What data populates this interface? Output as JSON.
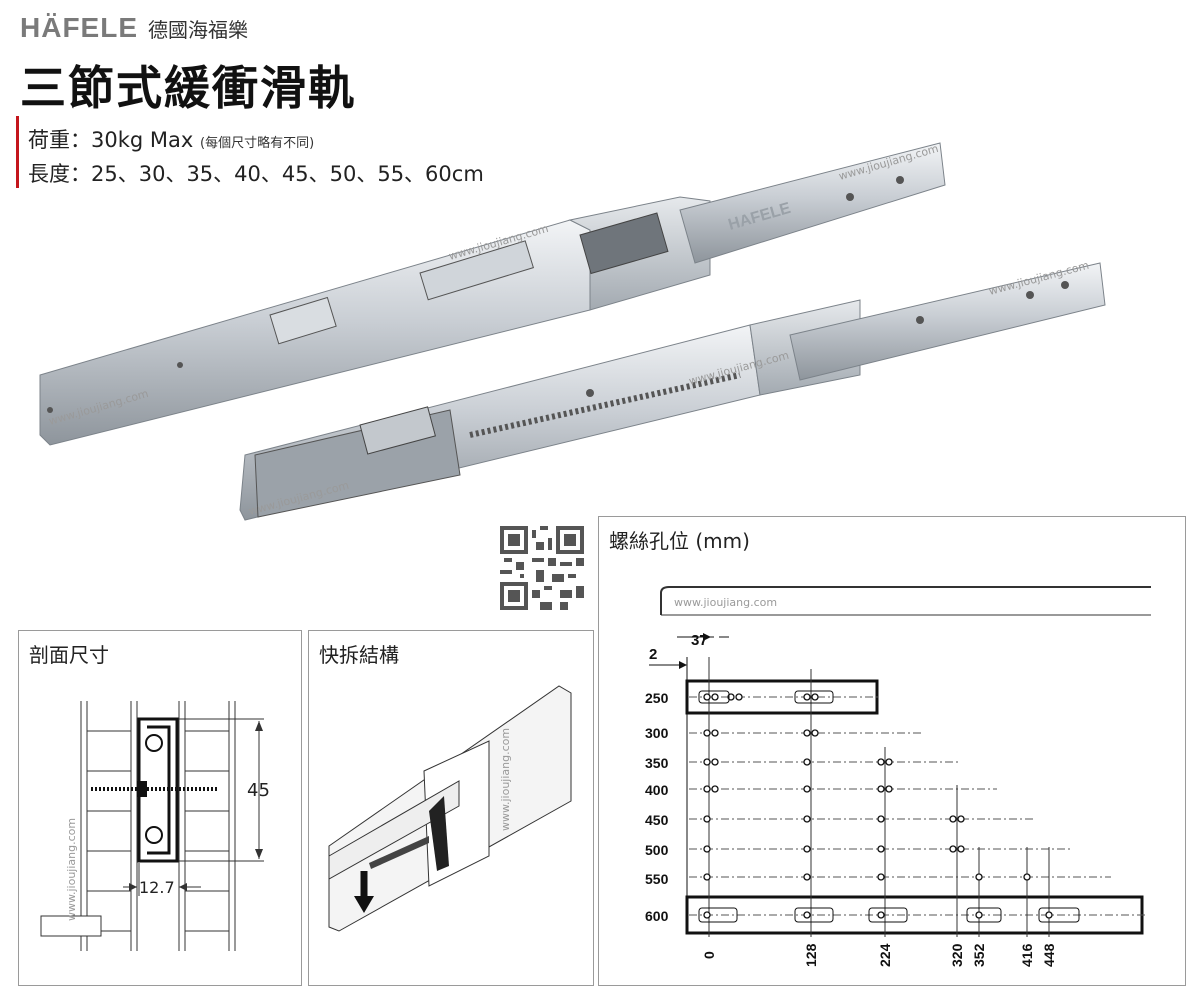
{
  "header": {
    "brand_logo": "HÄFELE",
    "brand_subtitle": "德國海福樂",
    "product_title": "三節式緩衝滑軌",
    "load_line": "荷重：30kg Max",
    "load_note": "(每個尺寸略有不同)",
    "length_line": "長度：25、30、35、40、45、50、55、60cm"
  },
  "watermark": "www.jioujiang.com",
  "product_image": {
    "embossed_text": "HAFELE",
    "qr_code": "qr-code"
  },
  "section_panel": {
    "title": "剖面尺寸",
    "height_dim": "45",
    "width_dim": "12.7"
  },
  "quick_release_panel": {
    "title": "快拆結構"
  },
  "screw_hole_panel": {
    "title": "螺絲孔位 (mm)",
    "offset_label": "37",
    "edge_label": "2",
    "rail_lengths": [
      "250",
      "300",
      "350",
      "400",
      "450",
      "500",
      "550",
      "600"
    ],
    "hole_positions": [
      "0",
      "128",
      "224",
      "320",
      "352",
      "416",
      "448"
    ]
  },
  "colors": {
    "accent_red": "#c4161c",
    "logo_grey": "#7a7a7a",
    "panel_border": "#9a9a9a"
  }
}
